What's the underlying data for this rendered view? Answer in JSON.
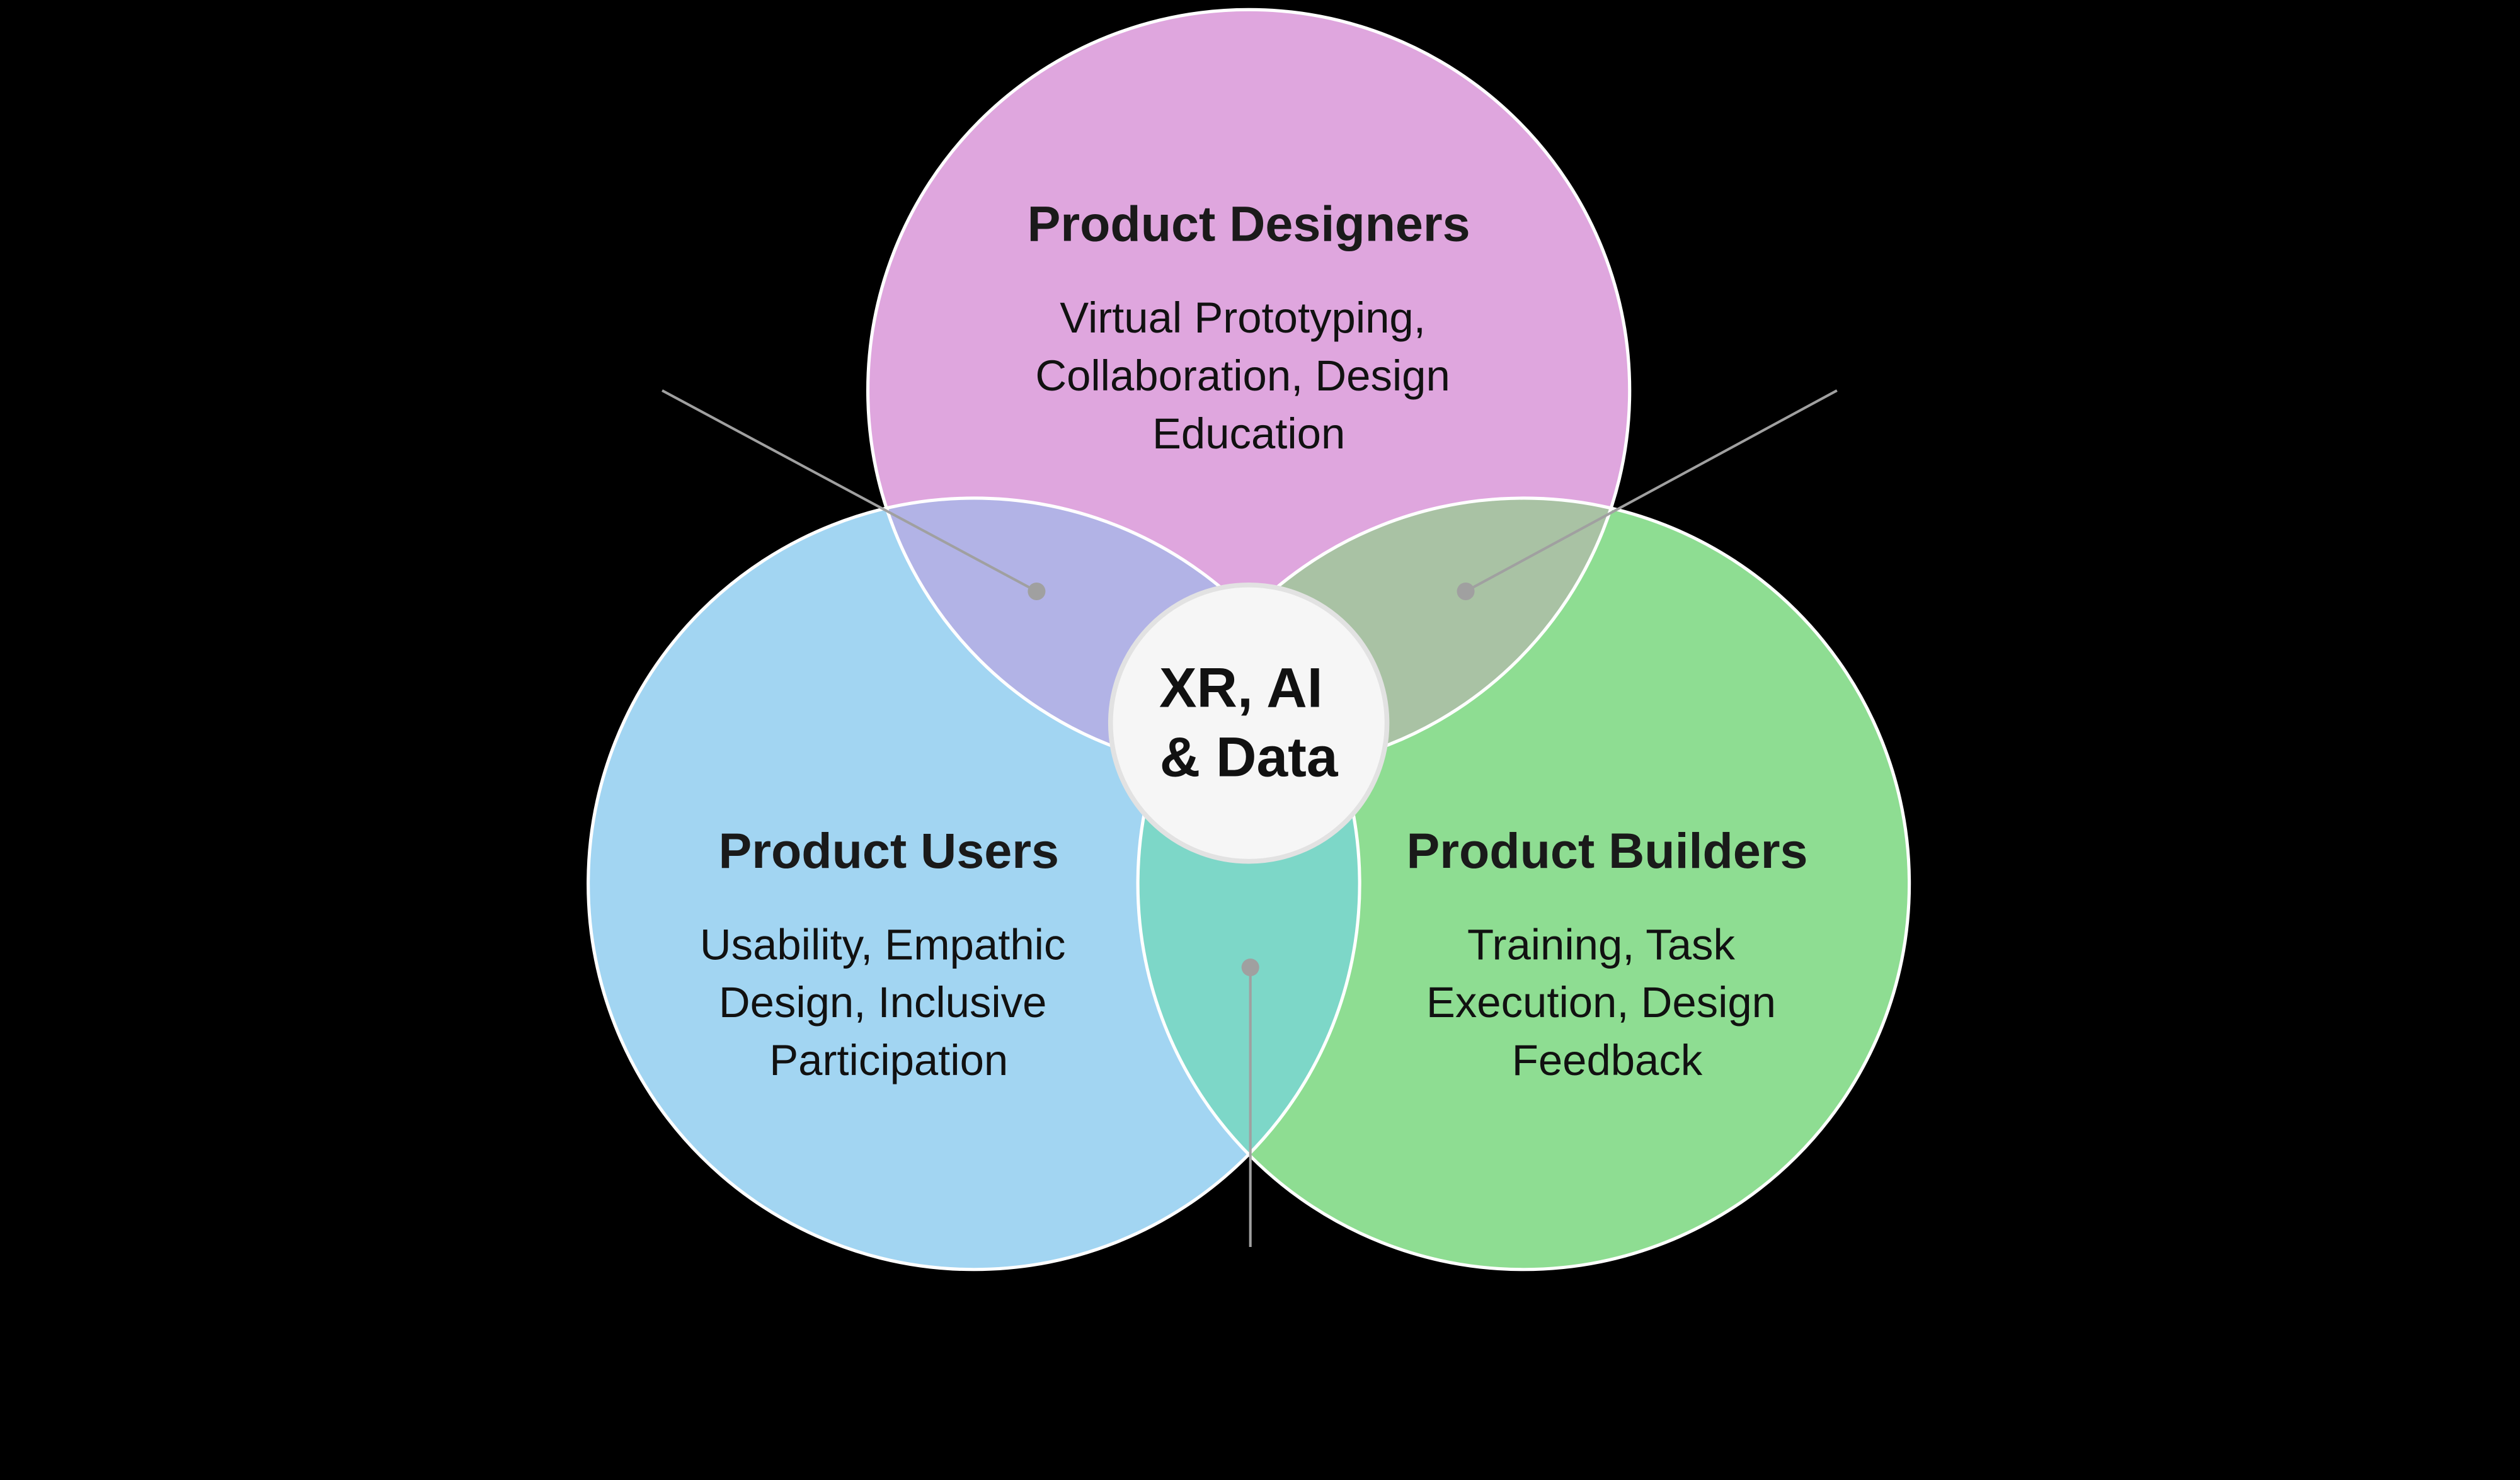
{
  "diagram": {
    "background": "#000000",
    "center_badge": {
      "line1": "XR, AI",
      "line2": "& Data",
      "fill": "#f6f6f6",
      "stroke": "#e2e2e2"
    },
    "circles": {
      "designers": {
        "title": "Product Designers",
        "desc_lines": [
          "Virtual Prototyping,",
          "Collaboration, Design",
          "Education"
        ],
        "color": "#dfa6de"
      },
      "users": {
        "title": "Product Users",
        "desc_lines": [
          "Usability, Empathic",
          "Design, Inclusive",
          "Participation"
        ],
        "color": "#a2d5f2"
      },
      "builders": {
        "title": "Product Builders",
        "desc_lines": [
          "Training, Task",
          "Execution, Design",
          "Feedback"
        ],
        "color": "#8edd92"
      }
    },
    "overlaps": {
      "designers_users": "#b2b3e6",
      "designers_builders": "#a9c2a4",
      "users_builders": "#7dd7c8"
    },
    "colors": {
      "circle_outline": "#ffffff",
      "callout": "#a0a0a0"
    }
  }
}
